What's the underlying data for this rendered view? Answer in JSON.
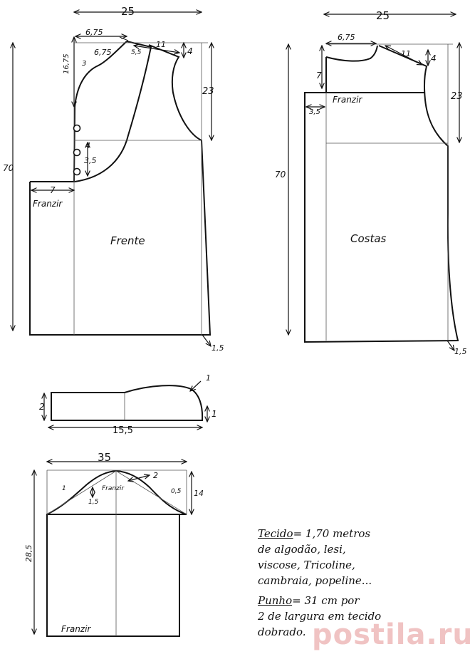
{
  "front": {
    "name": "Frente",
    "width": "25",
    "length": "70",
    "armhole_depth": "23",
    "neck_width": "6,75",
    "neck_depth": "6,75",
    "shoulder": "11",
    "shoulder_drop": "4",
    "collar_stand": "5,5",
    "placket_depth": "16,75",
    "placket_width": "3",
    "button_space": "3,5",
    "button_offset": "4",
    "gather_width": "7",
    "gather_label": "Franzir",
    "hem_extension": "1,5"
  },
  "back": {
    "name": "Costas",
    "width": "25",
    "length": "70",
    "armhole_depth": "23",
    "neck_width": "6,75",
    "shoulder": "11",
    "shoulder_drop": "4",
    "yoke_depth": "7",
    "gather_offset": "3,5",
    "gather_label": "Franzir",
    "hem_extension": "1,5"
  },
  "band": {
    "length": "15,5",
    "height": "2",
    "end_height": "1",
    "tip_offset": "1"
  },
  "sleeve": {
    "width": "35",
    "cap_height": "14",
    "length": "28,5",
    "cap_offset_top": "2",
    "cap_offset_left": "1,5",
    "cap_offset_small": "1",
    "cap_offset_right": "0,5",
    "gather_label": "Franzir"
  },
  "notes": {
    "fabric_label": "Tecido",
    "fabric_line1": "= 1,70 metros",
    "fabric_line2": "de algodão, lesi,",
    "fabric_line3": "viscose, Tricoline,",
    "fabric_line4": "cambraia, popeline...",
    "cuff_label": "Punho",
    "cuff_line1": "= 31 cm por",
    "cuff_line2": "2 de largura em tecido",
    "cuff_line3": "dobrado."
  },
  "watermark": "postila.ru",
  "colors": {
    "ink": "#111111",
    "watermark": "#c82828"
  }
}
